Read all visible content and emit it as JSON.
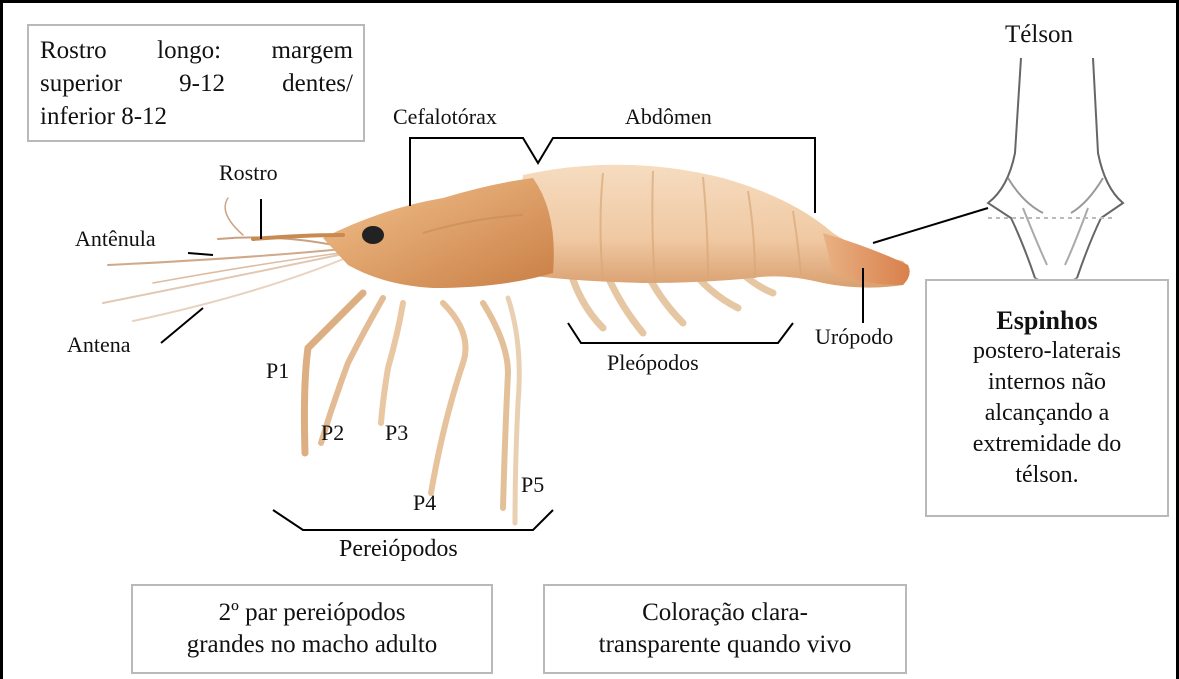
{
  "labels": {
    "telson": "Télson",
    "cefalotorax": "Cefalotórax",
    "abdomen": "Abdômen",
    "rostro": "Rostro",
    "antenula": "Antênula",
    "antena": "Antena",
    "uropodo": "Urópodo",
    "pleopodos": "Pleópodos",
    "p1": "P1",
    "p2": "P2",
    "p3": "P3",
    "p4": "P4",
    "p5": "P5",
    "pereiopodos": "Pereiópodos"
  },
  "boxes": {
    "rostro_info": {
      "line1": [
        "Rostro",
        "longo:",
        "margem"
      ],
      "line2": [
        "superior",
        "9-12",
        "dentes/"
      ],
      "line3": "inferior 8-12"
    },
    "espinhos": [
      "Espinhos",
      "postero-laterais",
      "internos não",
      "alcançando a",
      "extremidade do",
      "télson."
    ],
    "segundo_par": [
      "2º par pereiópodos",
      "grandes no macho adulto"
    ],
    "coloracao": [
      "Coloração clara-",
      "transparente quando vivo"
    ]
  },
  "colors": {
    "shrimp_body": "#f0c9a3",
    "shrimp_shade": "#d9a070",
    "shrimp_head": "#e5a56b",
    "legs": "#e8c7a2",
    "legs_tip": "#c98a52",
    "box_border": "#b9b9b9",
    "line": "#000000"
  }
}
